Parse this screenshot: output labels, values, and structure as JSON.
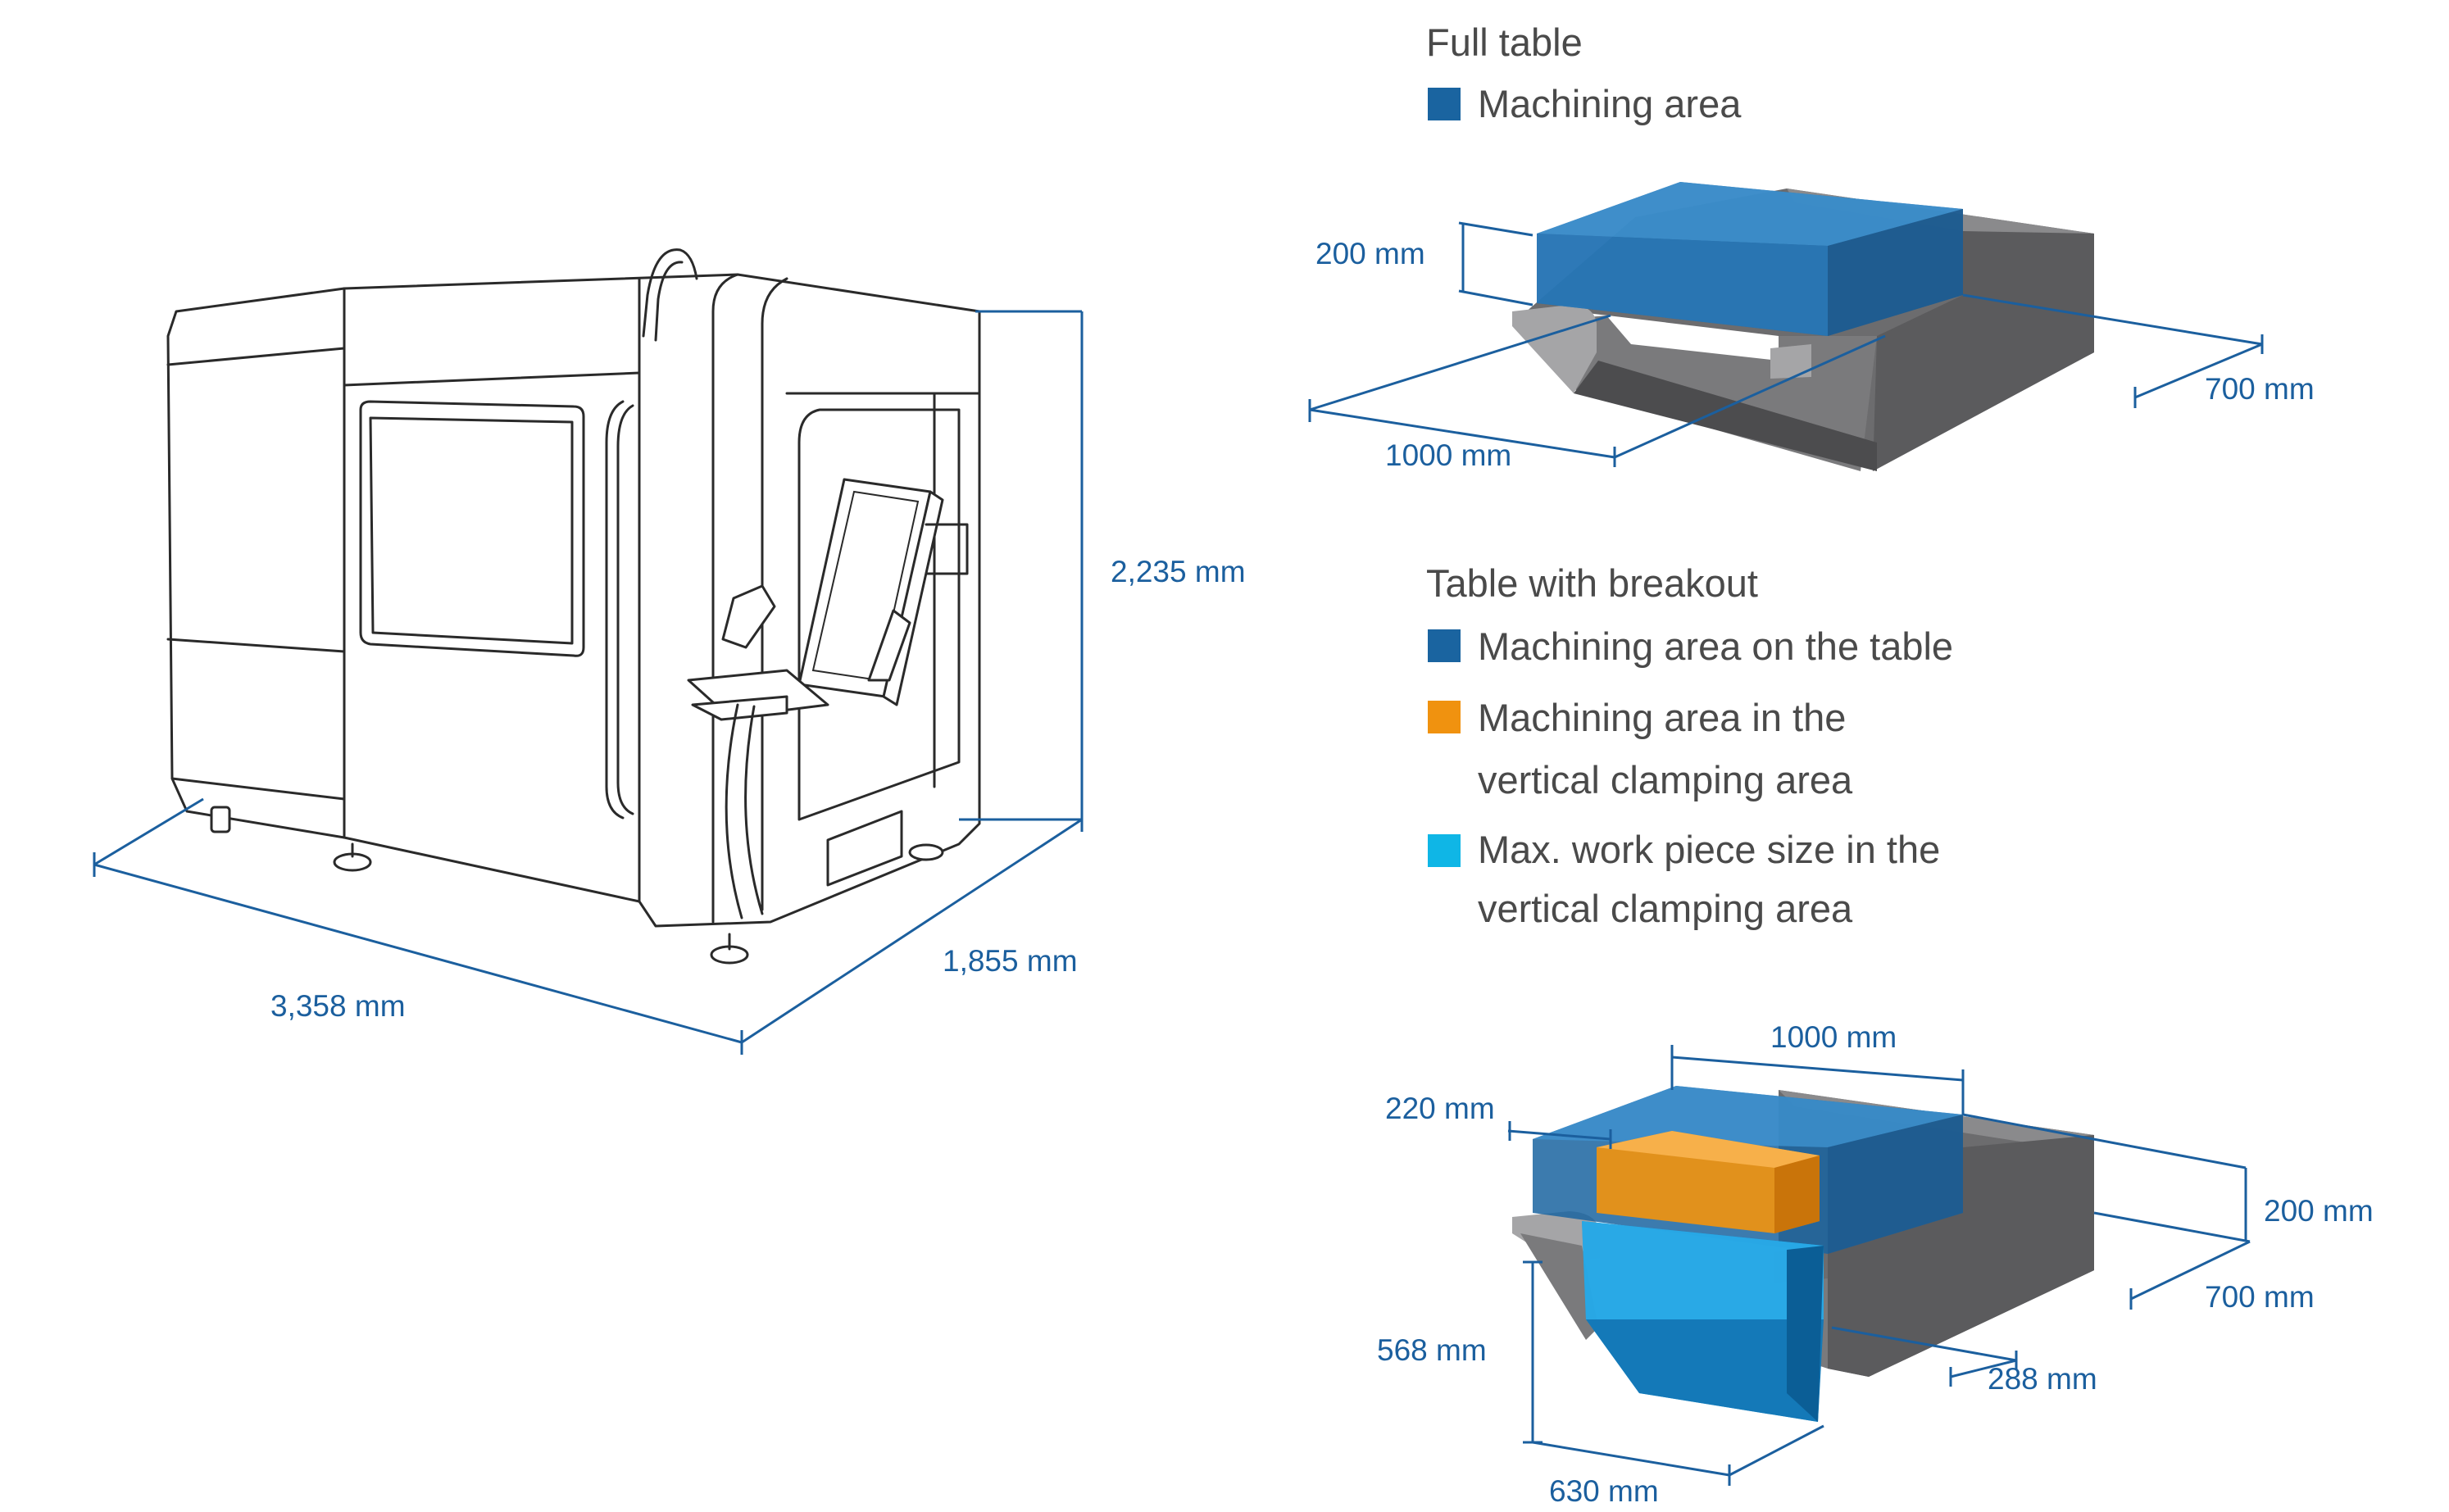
{
  "machine": {
    "width_label": "3,358 mm",
    "depth_label": "1,855 mm",
    "height_label": "2,235 mm"
  },
  "full_table": {
    "title": "Full table",
    "legend": [
      {
        "label": "Machining area",
        "color": "#1a64a0"
      }
    ],
    "dims": {
      "height": "200 mm",
      "length": "1000 mm",
      "width": "700 mm"
    }
  },
  "breakout_table": {
    "title": "Table with breakout",
    "legend": [
      {
        "label": "Machining area on the table",
        "color": "#1a64a0"
      },
      {
        "label_line1": "Machining area in the",
        "label_line2": "vertical clamping area",
        "color": "#f0920f"
      },
      {
        "label_line1": "Max. work piece size in the",
        "label_line2": "vertical clamping area",
        "color": "#0fb6e6"
      }
    ],
    "dims": {
      "top_length": "1000 mm",
      "left_depth": "220 mm",
      "right_height": "200 mm",
      "right_width": "700 mm",
      "breakout_offset": "288 mm",
      "vertical_height": "568 mm",
      "bottom_width": "630 mm"
    }
  }
}
